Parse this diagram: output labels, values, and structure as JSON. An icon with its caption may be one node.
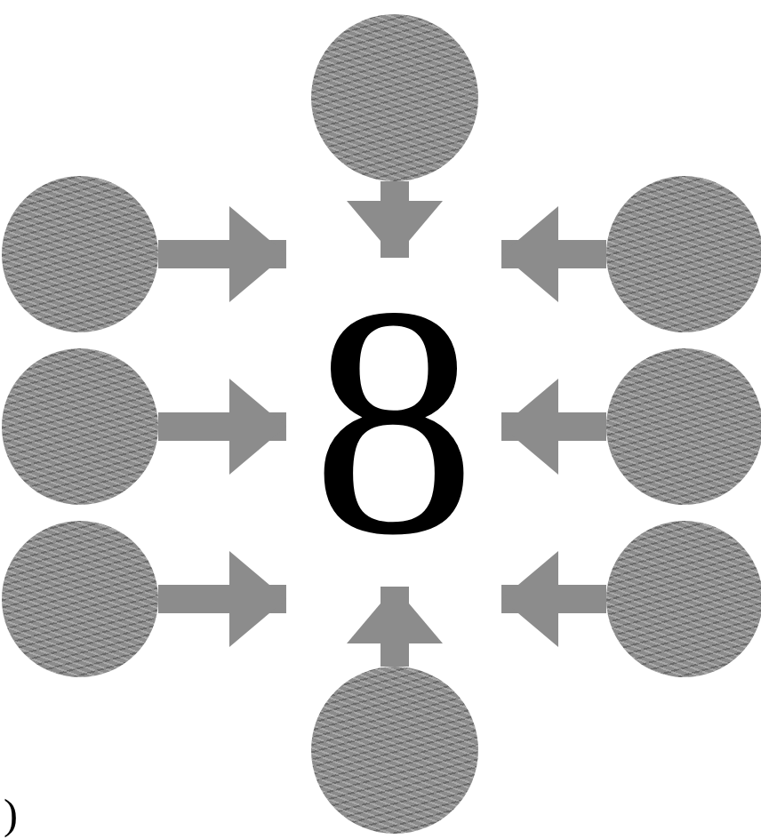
{
  "diagram": {
    "nodes": [
      {
        "text": [],
        "shape": "circle"
      },
      {
        "text": [],
        "shape": "circle"
      },
      {
        "text": [],
        "shape": "circle"
      },
      {
        "text": [
          "8"
        ]
      },
      {
        "text": [],
        "shape": "circle"
      },
      {
        "text": [],
        "shape": "circle"
      },
      {
        "text": [],
        "shape": "circle"
      },
      {
        "text": [],
        "shape": "circle"
      },
      {
        "text": [],
        "shape": "circle"
      }
    ],
    "edges": [
      {
        "from": 0,
        "to": 3,
        "arrow": "to"
      },
      {
        "from": 1,
        "to": 3,
        "arrow": "to"
      },
      {
        "from": 2,
        "to": 3,
        "arrow": "to"
      },
      {
        "from": 4,
        "to": 3,
        "arrow": "to"
      },
      {
        "from": 5,
        "to": 3,
        "arrow": "to"
      },
      {
        "from": 6,
        "to": 3,
        "arrow": "to"
      },
      {
        "from": 7,
        "to": 3,
        "arrow": "to"
      },
      {
        "from": 8,
        "to": 3,
        "arrow": "to"
      }
    ],
    "labels": [
      ")"
    ]
  }
}
